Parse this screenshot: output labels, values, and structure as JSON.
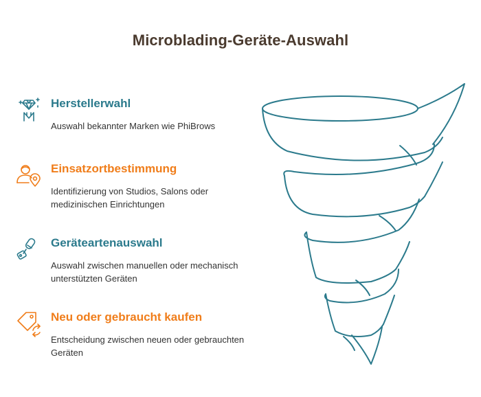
{
  "title": "Microblading-Geräte-Auswahl",
  "colors": {
    "teal": "#2b7a8c",
    "orange": "#f07d1a",
    "title": "#4a3a2e"
  },
  "steps": [
    {
      "heading": "Herstellerwahl",
      "description": "Auswahl bekannter Marken wie PhiBrows",
      "icon": "diamond-person-icon",
      "color": "teal"
    },
    {
      "heading": "Einsatzortbestimmung",
      "description": "Identifizierung von Studios, Salons oder medizinischen Einrichtungen",
      "icon": "person-location-icon",
      "color": "orange"
    },
    {
      "heading": "Geräteartenauswahl",
      "description": "Auswahl zwischen manuellen oder mechanisch unterstützten Geräten",
      "icon": "tools-icon",
      "color": "teal"
    },
    {
      "heading": "Neu oder gebraucht kaufen",
      "description": "Entscheidung zwischen neuen oder gebrauchten Geräten",
      "icon": "price-tag-exchange-icon",
      "color": "orange"
    }
  ]
}
